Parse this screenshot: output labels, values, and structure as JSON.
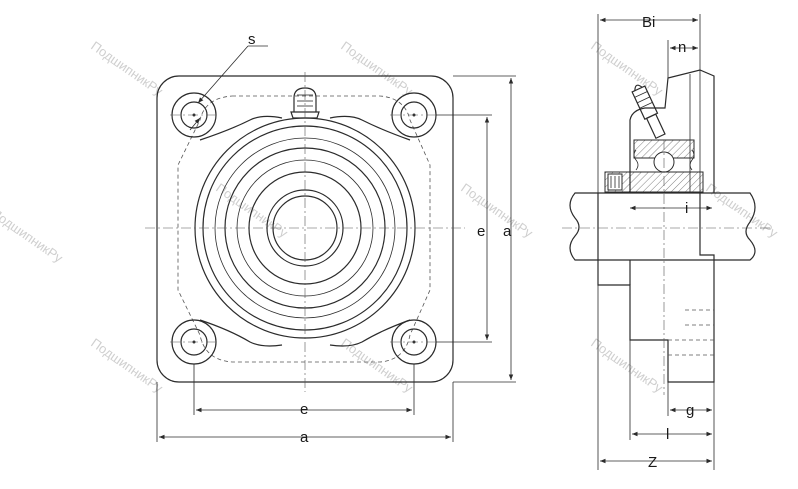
{
  "labels": {
    "s": "s",
    "e_side": "e",
    "a_side": "a",
    "e_bottom": "e",
    "a_bottom": "a",
    "Bi": "Bi",
    "n": "n",
    "i": "i",
    "g": "g",
    "l": "l",
    "Z": "Z"
  },
  "watermark": "ПодшипникРу",
  "colors": {
    "line": "#2b2b2b",
    "watermark": "#cfcfcf"
  }
}
